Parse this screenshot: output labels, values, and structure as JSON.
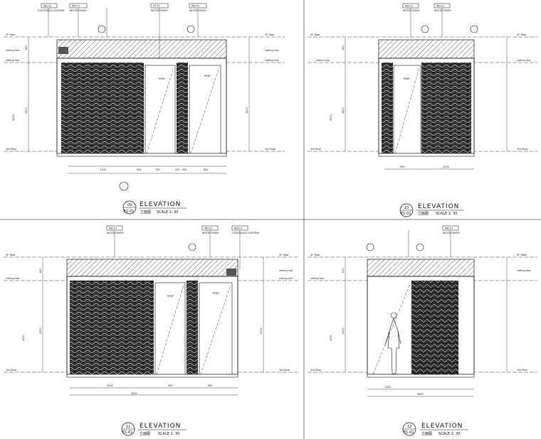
{
  "sheet": {
    "title": ""
  },
  "panels": [
    {
      "id": "09",
      "ref": "E1-01",
      "title": "ELEVATION",
      "cn_title": "立面图",
      "scale": "SCALE 1:  30",
      "tags": [
        "WD 01",
        "WD 01",
        "ST 01",
        "WD 01"
      ],
      "notes": [
        "CONCEALED LIGHTING",
        "WOOD FINISH",
        "WOOD FINISH",
        "WOOD FINISH"
      ],
      "levels": [
        "2F floor",
        "ceiling line",
        "ceiling line",
        "1th floor"
      ],
      "dims_v": [
        "2200",
        "3200",
        "800"
      ],
      "dims_h": [
        "1100",
        "900",
        "750",
        "250",
        "900",
        "800"
      ],
      "signs": [
        "\"M/W\"",
        "\"M/W\""
      ]
    },
    {
      "id": "10",
      "ref": "E1-01",
      "title": "ELEVATION",
      "cn_title": "立面图",
      "scale": "SCALE 1:  30",
      "tags": [
        "WD 01",
        "WD 01"
      ],
      "notes": [
        "WOOD FINISH",
        "WOOD FINISH"
      ],
      "levels": [
        "2F floor",
        "ceiling line",
        "ceiling line",
        "1th floor"
      ],
      "dims_v": [
        "2200",
        "3200",
        "800"
      ],
      "dims_h": [
        "900",
        "1200"
      ],
      "signs": [
        "\"M/W\""
      ]
    },
    {
      "id": "11",
      "ref": "E1-01",
      "title": "ELEVATION",
      "cn_title": "立面图",
      "scale": "SCALE 1:  30",
      "tags": [
        "WD 01",
        "WD 01",
        "WD 01"
      ],
      "notes": [
        "WOOD FINISH",
        "WOOD FINISH",
        "CONCEALED LIGHTING"
      ],
      "levels": [
        "2F floor",
        "ceiling line",
        "ceiling line",
        "1th floor"
      ],
      "dims_v": [
        "2200",
        "3200",
        "800"
      ],
      "dims_h": [
        "2200",
        "500",
        "900"
      ],
      "signs": [
        "\"M/W\"",
        "\"M/W\""
      ]
    },
    {
      "id": "12",
      "ref": "E1-01",
      "title": "ELEVATION",
      "cn_title": "立面图",
      "scale": "SCALE 1:  30",
      "tags": [
        "WD 01"
      ],
      "notes": [
        "WOOD FINISH"
      ],
      "levels": [
        "2F floor",
        "ceiling line",
        "ceiling line",
        "1th floor"
      ],
      "dims_v": [
        "2200",
        "3200",
        "800"
      ],
      "dims_h": [
        "1100",
        "1800"
      ],
      "signs": []
    }
  ]
}
